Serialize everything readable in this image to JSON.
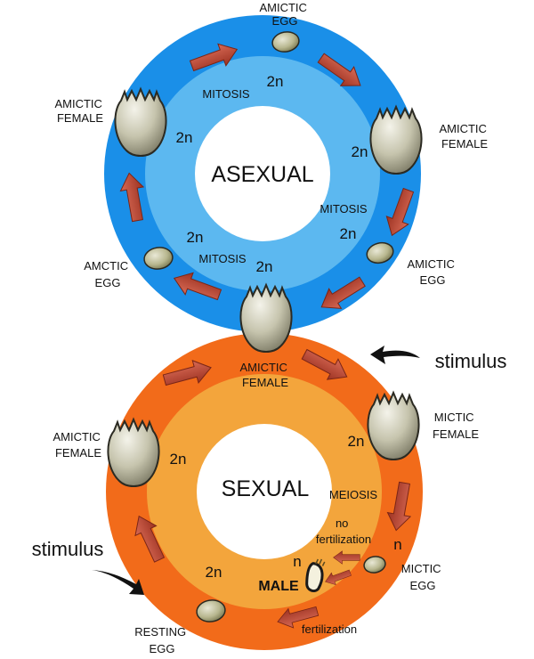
{
  "asexual": {
    "title": "ASEXUAL",
    "ploidy": "2n",
    "mitosis": "MITOSIS",
    "amictic_egg_top": [
      "AMICTIC",
      "EGG"
    ],
    "amictic_female_left": [
      "AMICTIC",
      "FEMALE"
    ],
    "amictic_female_right": [
      "AMICTIC",
      "FEMALE"
    ],
    "amictic_egg_left": [
      "AMCTIC",
      "EGG"
    ],
    "amictic_egg_right": [
      "AMICTIC",
      "EGG"
    ],
    "amictic_female_bottom": [
      "AMICTIC",
      "FEMALE"
    ]
  },
  "sexual": {
    "title": "SEXUAL",
    "ploidy_diploid": "2n",
    "ploidy_haploid": "n",
    "meiosis": "MEIOSIS",
    "no_fertilization": [
      "no",
      "fertilization"
    ],
    "fertilization": "fertilization",
    "male": "MALE",
    "mictic_female": [
      "MICTIC",
      "FEMALE"
    ],
    "amictic_female_left": [
      "AMICTIC",
      "FEMALE"
    ],
    "mictic_egg": [
      "MICTIC",
      "EGG"
    ],
    "resting_egg": [
      "RESTING",
      "EGG"
    ]
  },
  "stimulus": "stimulus",
  "colors": {
    "asexual_outer": "#1a8fe8",
    "asexual_inner": "#5cb8f0",
    "sexual_outer": "#f26b1a",
    "sexual_inner": "#f3a53c",
    "arrow": "#a8392a",
    "organism_fill": "#c8c6b0",
    "egg_fill": "#b5b489"
  }
}
